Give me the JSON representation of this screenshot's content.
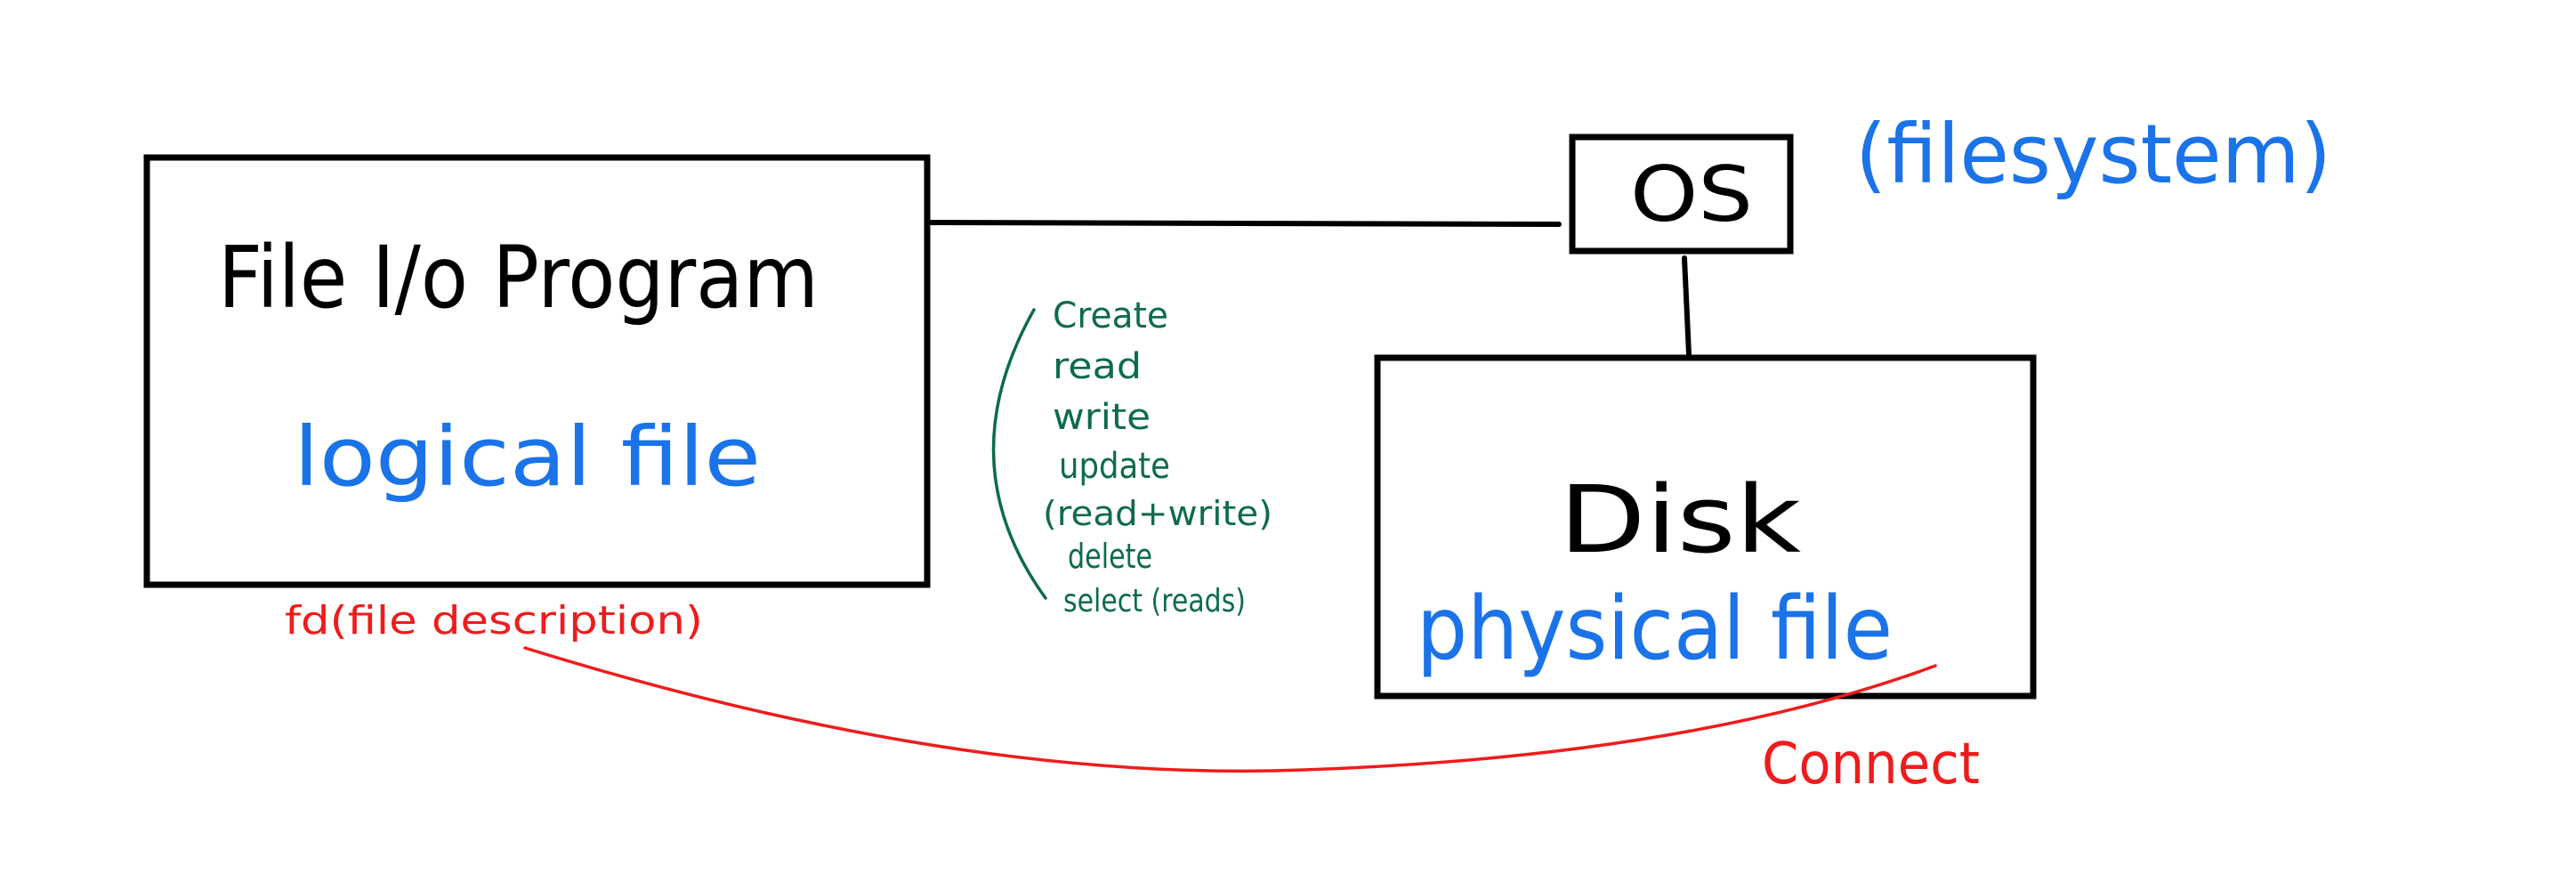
{
  "colors": {
    "ink": "#000000",
    "blue": "#1a73e8",
    "red": "#ee1c1c",
    "green": "#0e6b4b",
    "background": "#ffffff"
  },
  "program_box": {
    "title": "File I/o Program",
    "subtitle": "logical file"
  },
  "os_box": {
    "label": "OS",
    "note": "(filesystem)"
  },
  "disk_box": {
    "title": "Disk",
    "subtitle": "physical file"
  },
  "operations": [
    "Create",
    "read",
    "write",
    "update",
    "(read+write)",
    "delete",
    "select (reads)"
  ],
  "link": {
    "fd_label": "fd(file description)",
    "connect_label": "Connect"
  }
}
